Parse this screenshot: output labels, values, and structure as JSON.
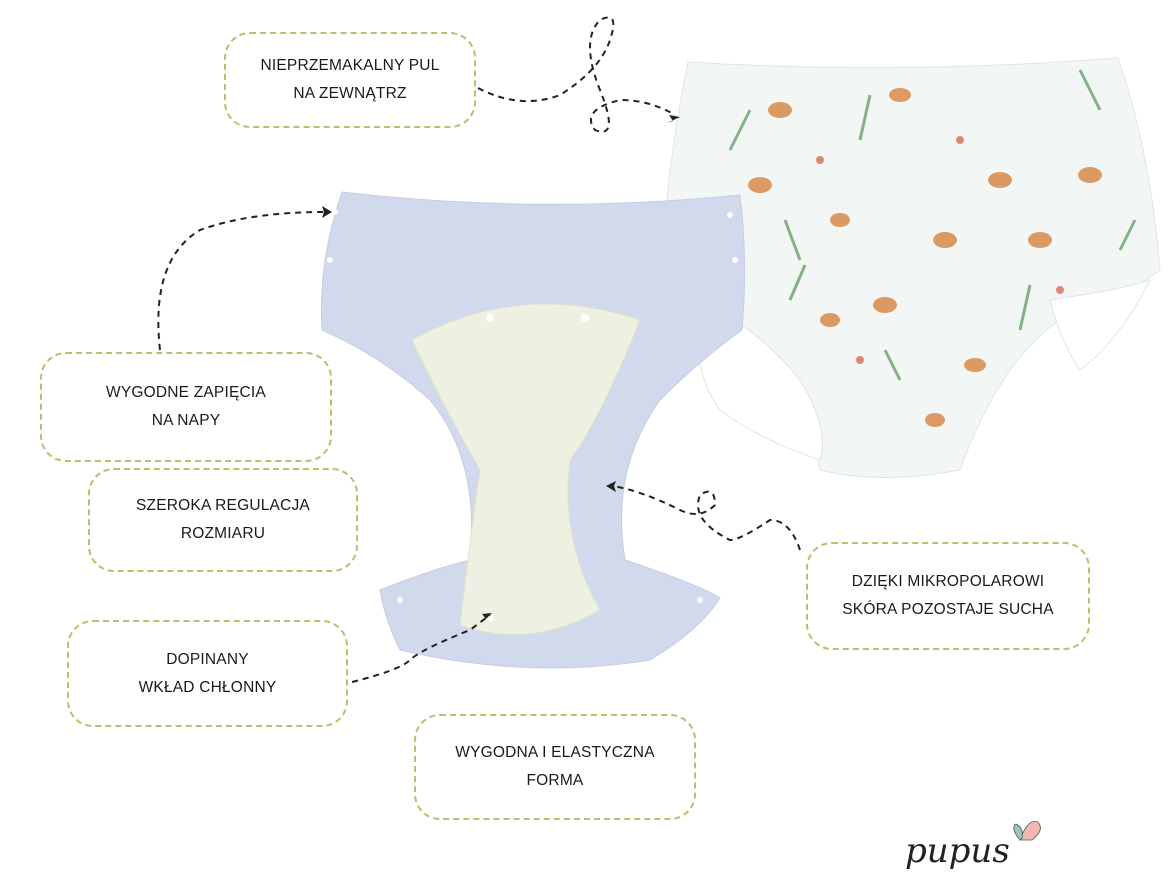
{
  "callouts": {
    "pul": [
      "NIEPRZEMAKALNY PUL",
      "NA ZEWNĄTRZ"
    ],
    "snaps": [
      "WYGODNE ZAPIĘCIA",
      "NA NAPY"
    ],
    "size": [
      "SZEROKA REGULACJA",
      "ROZMIARU"
    ],
    "insert": [
      "DOPINANY",
      "WKŁAD CHŁONNY"
    ],
    "form": [
      "WYGODNA I ELASTYCZNA",
      "FORMA"
    ],
    "micro": [
      "DZIĘKI MIKROPOLAROWI",
      "SKÓRA POZOSTAJE SUCHA"
    ]
  },
  "brand": {
    "logo_text": "pupus"
  },
  "colors": {
    "accent": "#b5c26a",
    "diaper_inner": "#d3d9ec",
    "insert": "#eef1e2",
    "print_bg": "#f2f7f5"
  }
}
